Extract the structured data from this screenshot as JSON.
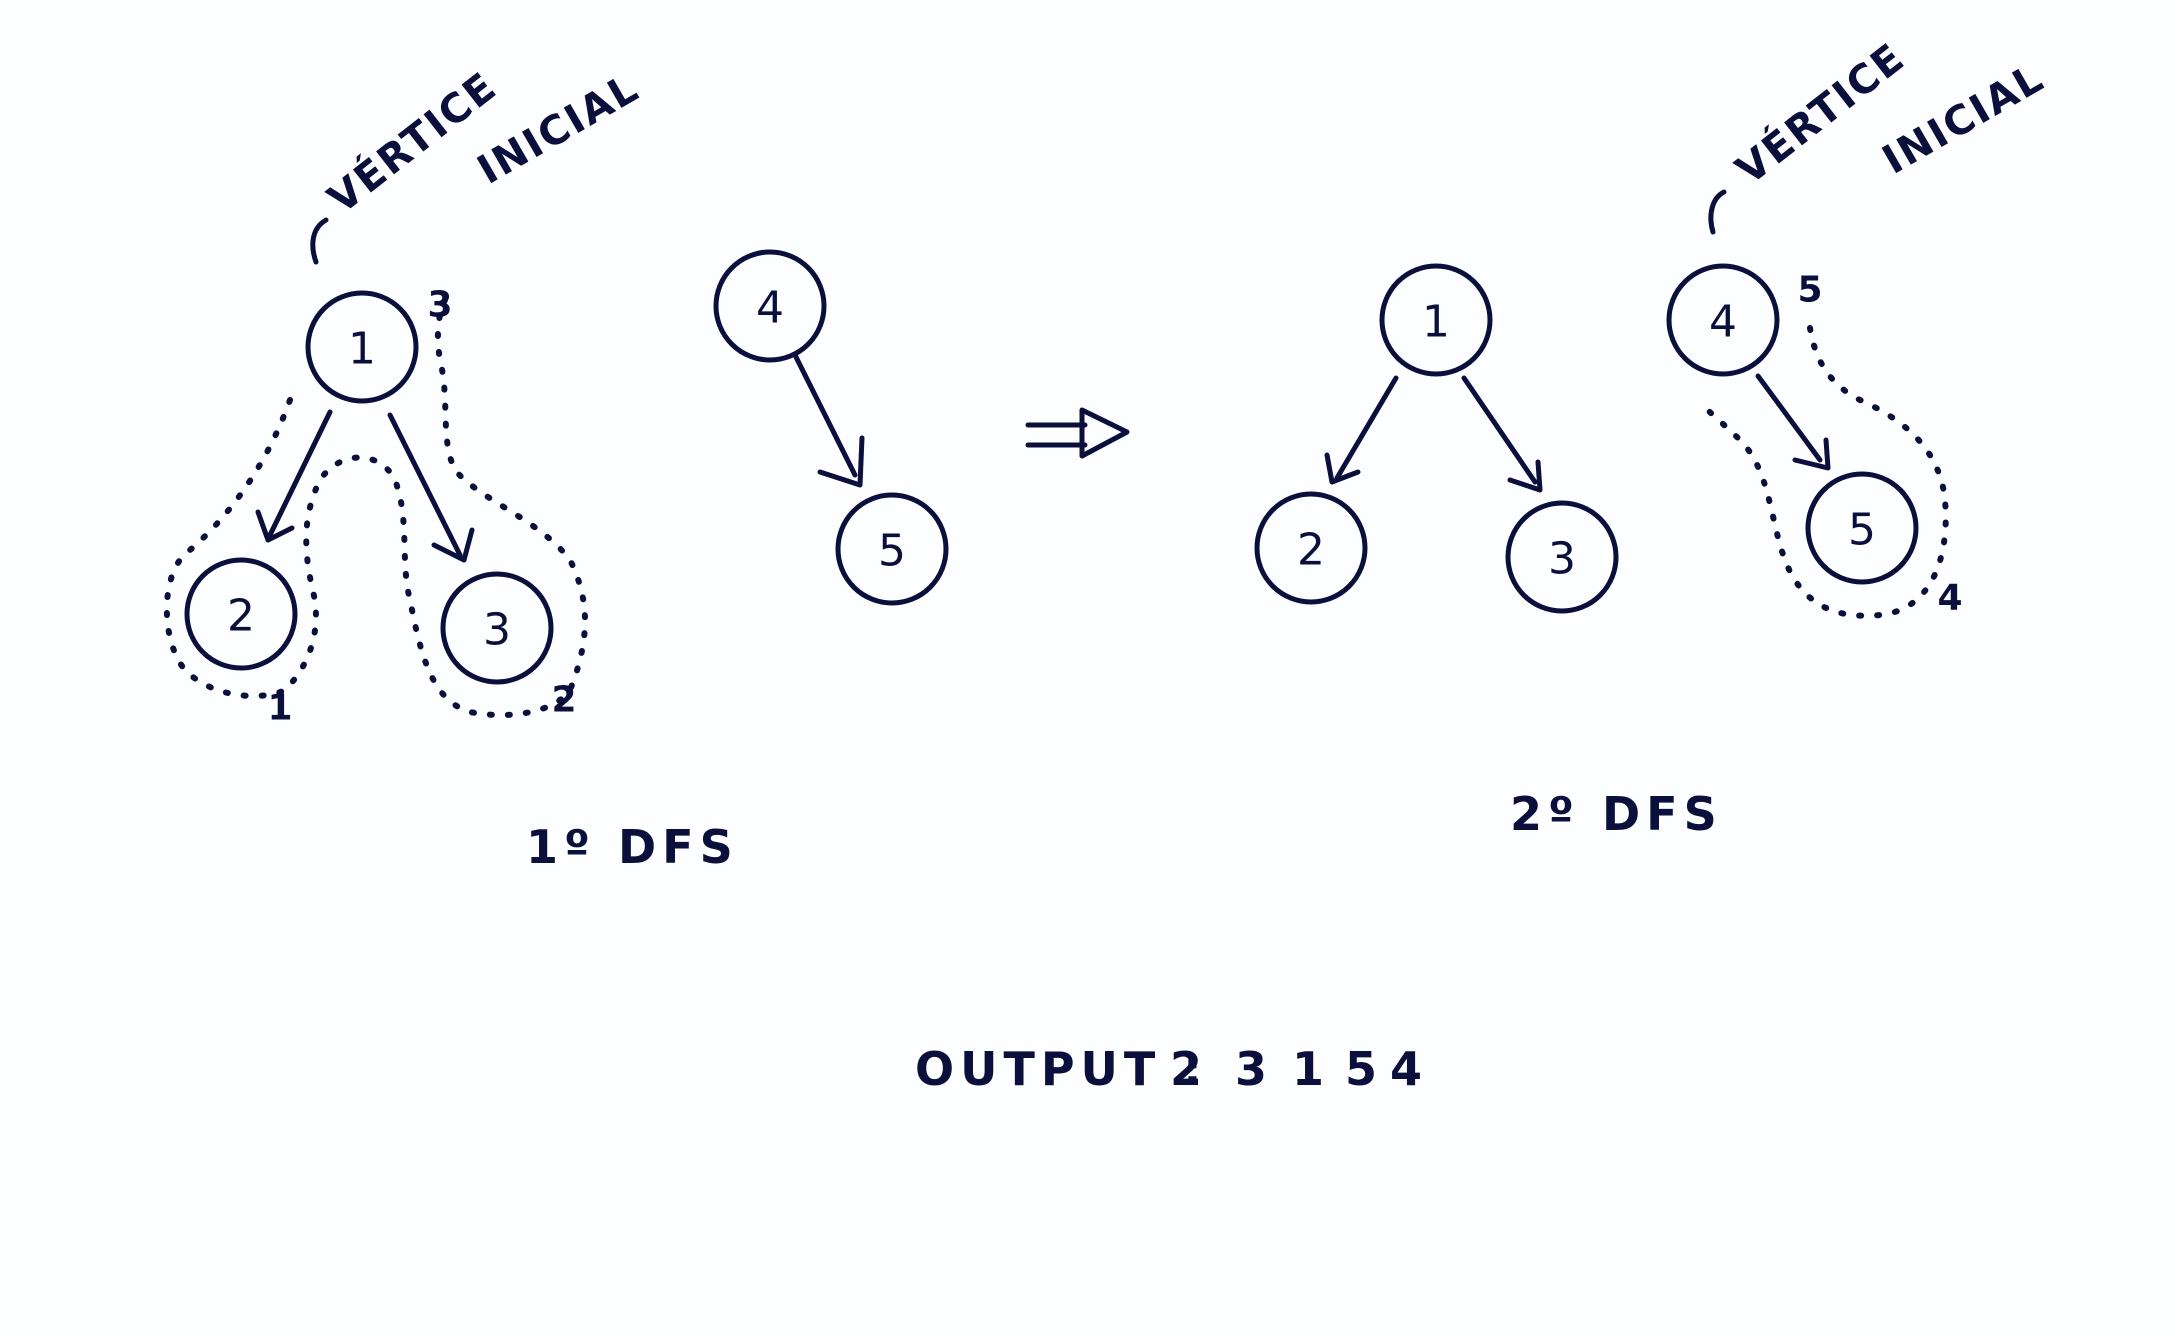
{
  "diagram": {
    "annotation_word1": "VÉRTICE",
    "annotation_word2": "INICIAL",
    "left": {
      "caption": "1º DFS",
      "nodes": [
        "1",
        "2",
        "3",
        "4",
        "5"
      ],
      "finish_order": {
        "node2": "1",
        "node3": "2",
        "node1": "3"
      }
    },
    "right": {
      "caption": "2º DFS",
      "nodes": [
        "1",
        "2",
        "3",
        "4",
        "5"
      ],
      "finish_order": {
        "node5": "4",
        "node4": "5"
      }
    },
    "transition_arrow": "⇒",
    "output_label": "OUTPUT :",
    "output_values": [
      "2",
      "3",
      "1",
      "5",
      "4"
    ]
  }
}
